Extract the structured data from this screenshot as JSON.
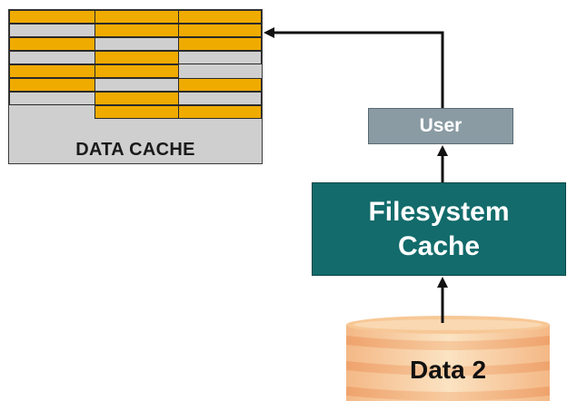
{
  "data_cache": {
    "label": "DATA CACHE",
    "rows": [
      [
        "filled",
        "filled",
        "filled"
      ],
      [
        "empty",
        "filled",
        "filled"
      ],
      [
        "filled",
        "empty",
        "filled"
      ],
      [
        "empty",
        "filled",
        "empty"
      ],
      [
        "filled",
        "filled",
        "none"
      ],
      [
        "filled",
        "empty",
        "filled"
      ],
      [
        "empty",
        "filled",
        "empty"
      ],
      [
        "none",
        "filled",
        "filled"
      ]
    ]
  },
  "user_box": {
    "label": "User"
  },
  "filesystem_cache": {
    "line1": "Filesystem",
    "line2": "Cache"
  },
  "data_store": {
    "label": "Data 2"
  },
  "colors": {
    "cache_filled": "#f0ab00",
    "cache_empty": "#cfcfcf",
    "user_box": "#8a9ba3",
    "filesystem_box": "#136b6b",
    "cylinder_light": "#f8d7a6",
    "cylinder_dark": "#f3b27a"
  }
}
